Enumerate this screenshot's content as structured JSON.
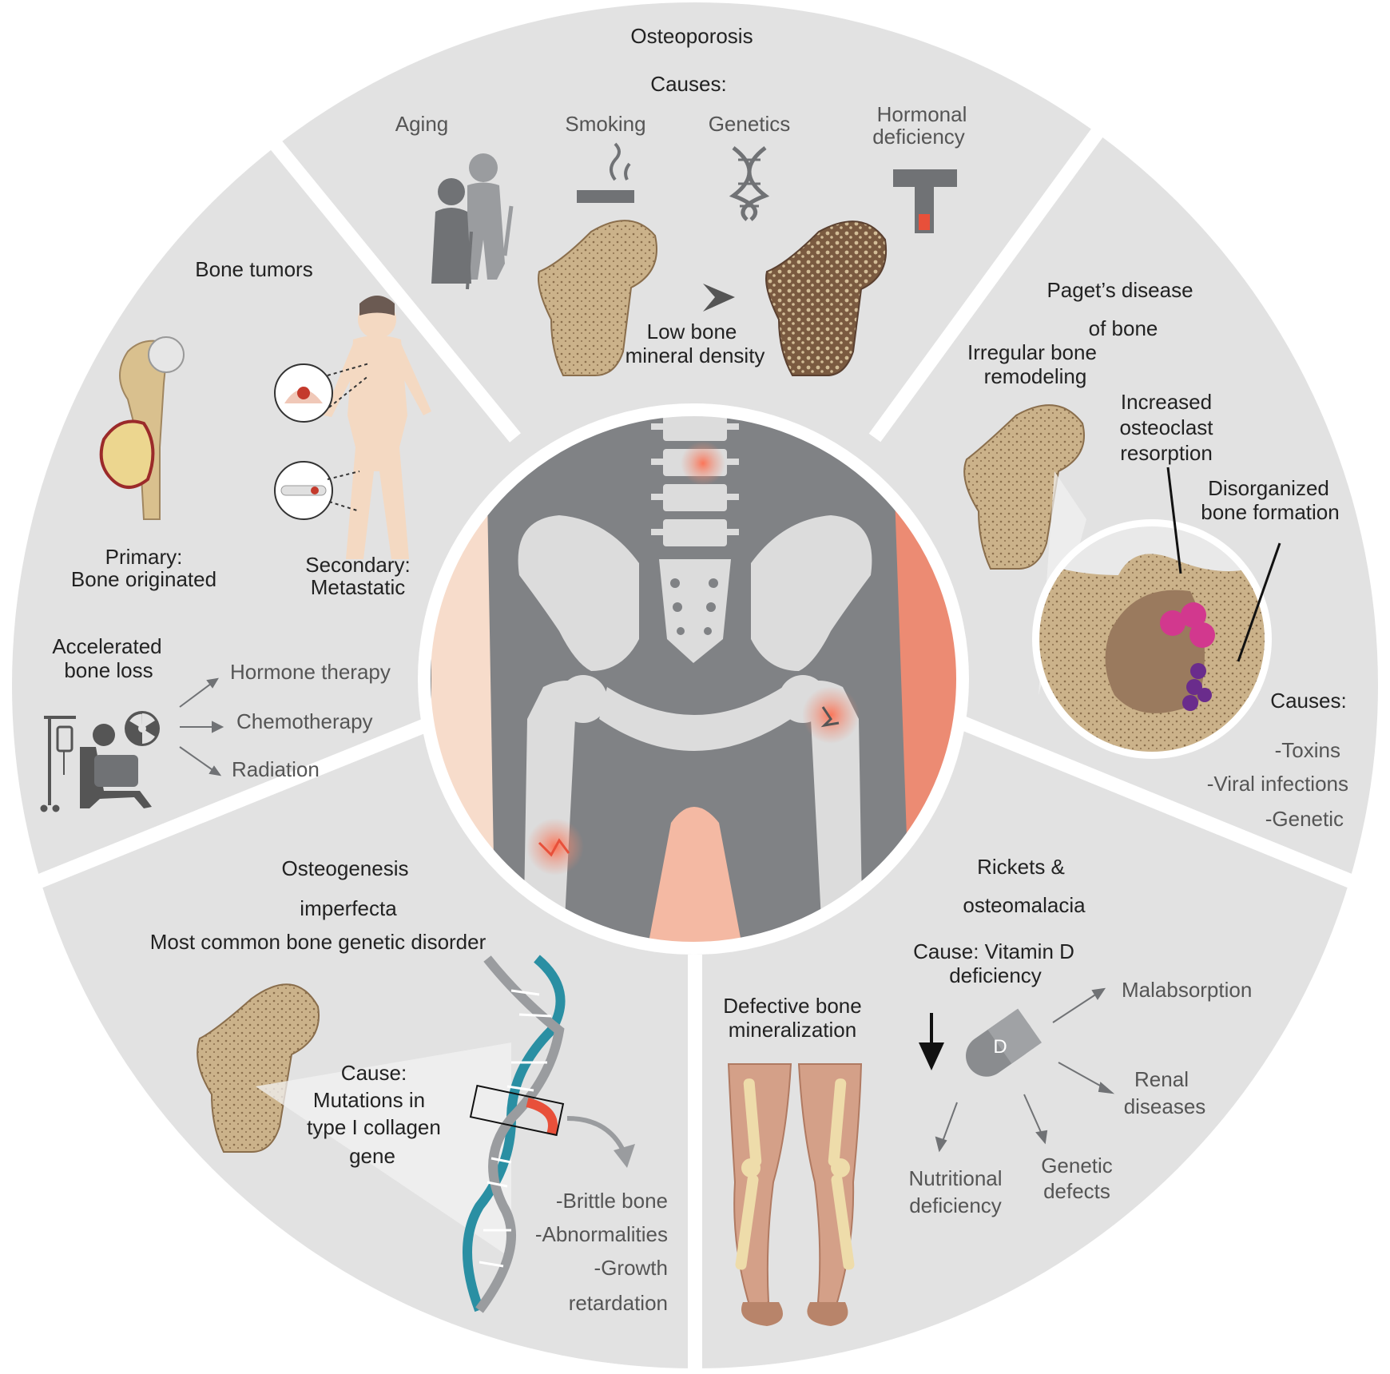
{
  "osteoporosis": {
    "title": "Osteoporosis",
    "causes_label": "Causes:",
    "causes": [
      "Aging",
      "Smoking",
      "Genetics",
      "Hormonal",
      "deficiency"
    ],
    "result_line1": "Low bone",
    "result_line2": "mineral density"
  },
  "bone_tumors": {
    "title": "Bone tumors",
    "primary_line1": "Primary:",
    "primary_line2": "Bone originated",
    "secondary_line1": "Secondary:",
    "secondary_line2": "Metastatic",
    "accel_line1": "Accelerated",
    "accel_line2": "bone loss",
    "treatments": [
      "Hormone therapy",
      "Chemotherapy",
      "Radiation"
    ]
  },
  "pagets": {
    "title_line1": "Paget’s disease",
    "title_line2": "of bone",
    "irregular_line1": "Irregular bone",
    "irregular_line2": "remodeling",
    "increased_line1": "Increased",
    "increased_line2": "osteoclast",
    "increased_line3": "resorption",
    "disorganized_line1": "Disorganized",
    "disorganized_line2": "bone formation",
    "causes_label": "Causes:",
    "causes": [
      "-Toxins",
      "-Viral infections",
      "-Genetic"
    ]
  },
  "oi": {
    "title_line1": "Osteogenesis",
    "title_line2": "imperfecta",
    "subtitle": "Most common bone genetic disorder",
    "cause_line1": "Cause:",
    "cause_line2": "Mutations in",
    "cause_line3": "type I collagen",
    "cause_line4": "gene",
    "effects": [
      "-Brittle bone",
      "-Abnormalities",
      "-Growth",
      "retardation"
    ]
  },
  "rickets": {
    "title_line1": "Rickets &",
    "title_line2": "osteomalacia",
    "cause_line1": "Cause: Vitamin D",
    "cause_line2": "deficiency",
    "defective_line1": "Defective bone",
    "defective_line2": "mineralization",
    "pill_letter": "D",
    "malabsorption": "Malabsorption",
    "renal_line1": "Renal",
    "renal_line2": "diseases",
    "genetic_line1": "Genetic",
    "genetic_line2": "defects",
    "nutritional_line1": "Nutritional",
    "nutritional_line2": "deficiency"
  },
  "colors": {
    "segment": "#e2e2e2",
    "center": "#808285",
    "bone": "#dcdcdc",
    "fracture": "#e8503a",
    "bone_tan": "#c8ad82",
    "teal_dna": "#2a8fa3",
    "skin": "#f4d9c2"
  }
}
